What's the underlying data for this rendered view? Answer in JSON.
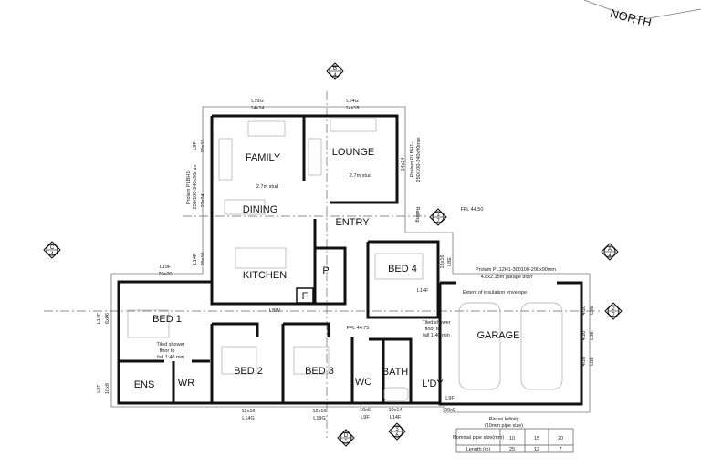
{
  "north_label": "NORTH",
  "rooms": {
    "family": "FAMILY",
    "lounge": "LOUNGE",
    "dining": "DINING",
    "entry": "ENTRY",
    "kitchen": "KITCHEN",
    "pantry": "P",
    "fridge": "F",
    "bed4": "BED 4",
    "bed1": "BED 1",
    "bed2": "BED 2",
    "bed3": "BED 3",
    "ens": "ENS",
    "wr": "WR",
    "wc": "WC",
    "bath": "BATH",
    "laundry": "L'DY",
    "garage": "GARAGE"
  },
  "notes": {
    "stud1": "2.7m stud",
    "stud2": "2.7m stud",
    "ffl1": "FFL 44.50",
    "ffl2": "FFL 44.75",
    "prolam_garage": "Prolam PL12H1-300100-290x90mm",
    "garage_door": "4.8x2.15m garage door",
    "insulation": "Extent of insulation envelope",
    "shower1": [
      "Tiled shower",
      "floor to",
      "fall 1:40 min"
    ],
    "shower2": [
      "Tiled shower",
      "floor to",
      "fall 1:40 min"
    ],
    "prolam_left": [
      "Prolam PLBH1-",
      "250/100-240x90mm"
    ],
    "prolam_right": [
      "Prolam PLBH1-",
      "250/100-240x90mm"
    ],
    "railing": "Railing",
    "rinnai": [
      "Rinnai Infinity",
      "(10mm pipe size)"
    ],
    "lbw": "LBW"
  },
  "windows": [
    {
      "code": "L19G",
      "size": "14x24"
    },
    {
      "code": "L14G",
      "size": "14x18"
    },
    {
      "code": "L9F",
      "size": "20x15"
    },
    {
      "code": "",
      "size": "22x24"
    },
    {
      "code": "L14F",
      "size": "20x10"
    },
    {
      "code": "L19F",
      "size": "20x20"
    },
    {
      "code": "L14F",
      "size": "6x06"
    },
    {
      "code": "L9F",
      "size": "10x8"
    },
    {
      "code": "L14G",
      "size": "12x16"
    },
    {
      "code": "L19G",
      "size": "12x16"
    },
    {
      "code": "L9F",
      "size": "10x6"
    },
    {
      "code": "L14F",
      "size": "10x14"
    },
    {
      "code": "L9F",
      "size": "20x9"
    },
    {
      "code": "L8E",
      "size": "4/20"
    },
    {
      "code": "L8E",
      "size": "4/20"
    },
    {
      "code": "L8E",
      "size": "4/20"
    },
    {
      "code": "L8E",
      "size": "18x16"
    },
    {
      "code": "L8E",
      "size": "14x24"
    },
    {
      "code": "L14F",
      "size": ""
    }
  ],
  "section_markers": [
    {
      "top": "B",
      "bottom": "4"
    },
    {
      "top": "C",
      "bottom": "4"
    },
    {
      "top": "A",
      "bottom": "4"
    },
    {
      "top": "2",
      "bottom": "7"
    },
    {
      "top": "1",
      "bottom": "7"
    },
    {
      "top": "D",
      "bottom": "5"
    },
    {
      "top": "3",
      "bottom": "6"
    }
  ],
  "pipe_table": {
    "header": "Nominal pipe size(mm)",
    "sizes": [
      "10",
      "15",
      "20"
    ],
    "length_label": "Length (m)",
    "lengths": [
      "25",
      "12",
      "7"
    ]
  }
}
